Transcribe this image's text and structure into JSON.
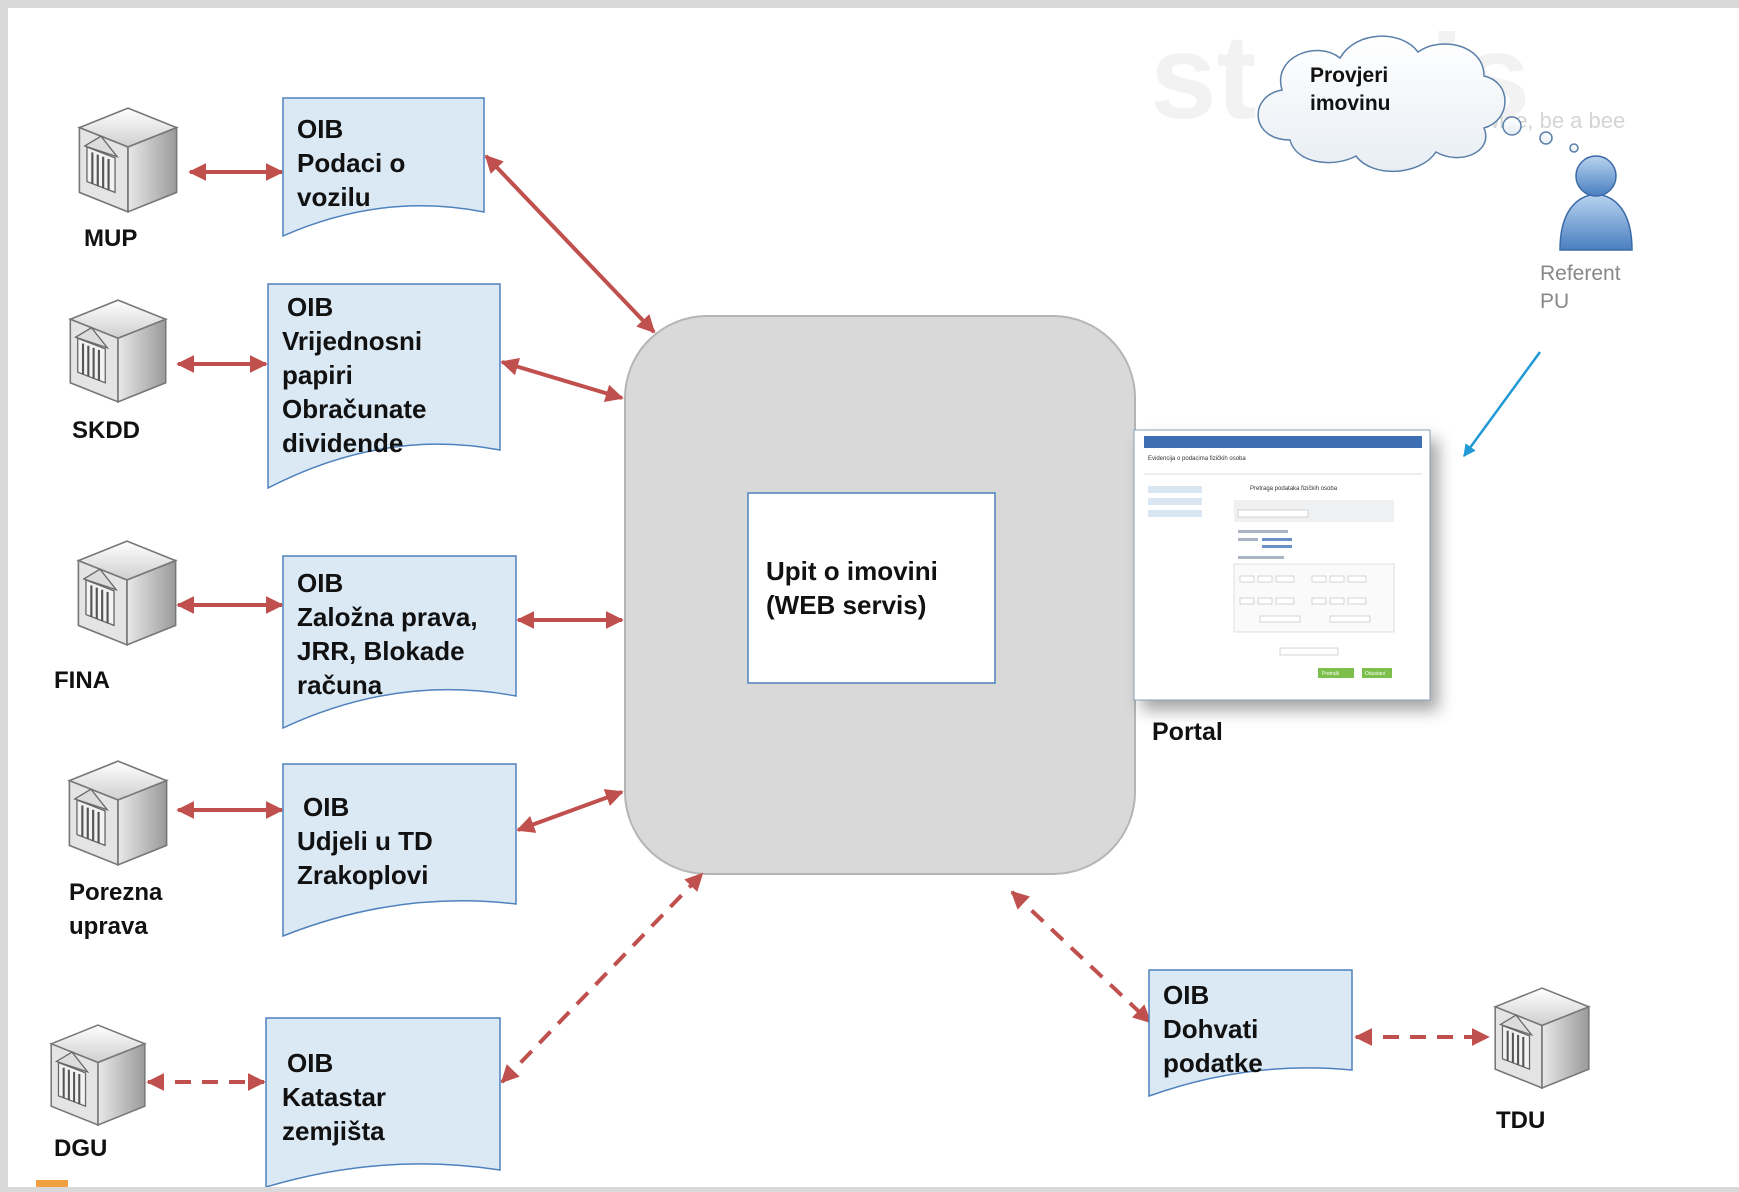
{
  "buildings": [
    {
      "id": "mup",
      "lines": [
        "MUP"
      ]
    },
    {
      "id": "skdd",
      "lines": [
        "SKDD"
      ]
    },
    {
      "id": "fina",
      "lines": [
        "FINA"
      ]
    },
    {
      "id": "porezna",
      "lines": [
        "Porezna",
        "uprava"
      ]
    },
    {
      "id": "dgu",
      "lines": [
        "DGU"
      ]
    },
    {
      "id": "tdu",
      "lines": [
        "TDU"
      ]
    }
  ],
  "documents": [
    {
      "id": "mup",
      "lines": [
        "OIB",
        "Podaci o",
        "vozilu"
      ]
    },
    {
      "id": "skdd",
      "lines": [
        "OIB",
        "Vrijednosni",
        "papiri",
        "Obračunate",
        "dividende"
      ]
    },
    {
      "id": "fina",
      "lines": [
        "OIB",
        "Založna prava,",
        "JRR, Blokade",
        "računa"
      ]
    },
    {
      "id": "porezna",
      "lines": [
        "OIB",
        "Udjeli u TD",
        "Zrakoplovi"
      ]
    },
    {
      "id": "dgu",
      "lines": [
        "OIB",
        "Katastar",
        "zemjišta"
      ]
    },
    {
      "id": "tdu",
      "lines": [
        "OIB",
        "Dohvati",
        "podatke"
      ]
    }
  ],
  "center": {
    "lines": [
      "Upit o imovini",
      "(WEB servis)"
    ]
  },
  "portal": {
    "label": "Portal",
    "screen_title": "Evidencija o podacima fizičkih osoba",
    "screen_heading": "Pretraga podataka fizičkih osoba",
    "buttons": [
      "Pretraži",
      "Odustani"
    ]
  },
  "thought": {
    "lines": [
      "Provjeri",
      "imovinu"
    ]
  },
  "user": {
    "lines": [
      "Referent",
      "PU"
    ]
  },
  "watermark": {
    "logo": "st epis",
    "tagline": "e wise, be a bee"
  },
  "colors": {
    "arrow": "#c0504d",
    "doc_fill": "#dbe9f5",
    "doc_stroke": "#4f81bd",
    "hub_fill": "#d9d9d9",
    "portal_arrow": "#1f9ad6"
  }
}
